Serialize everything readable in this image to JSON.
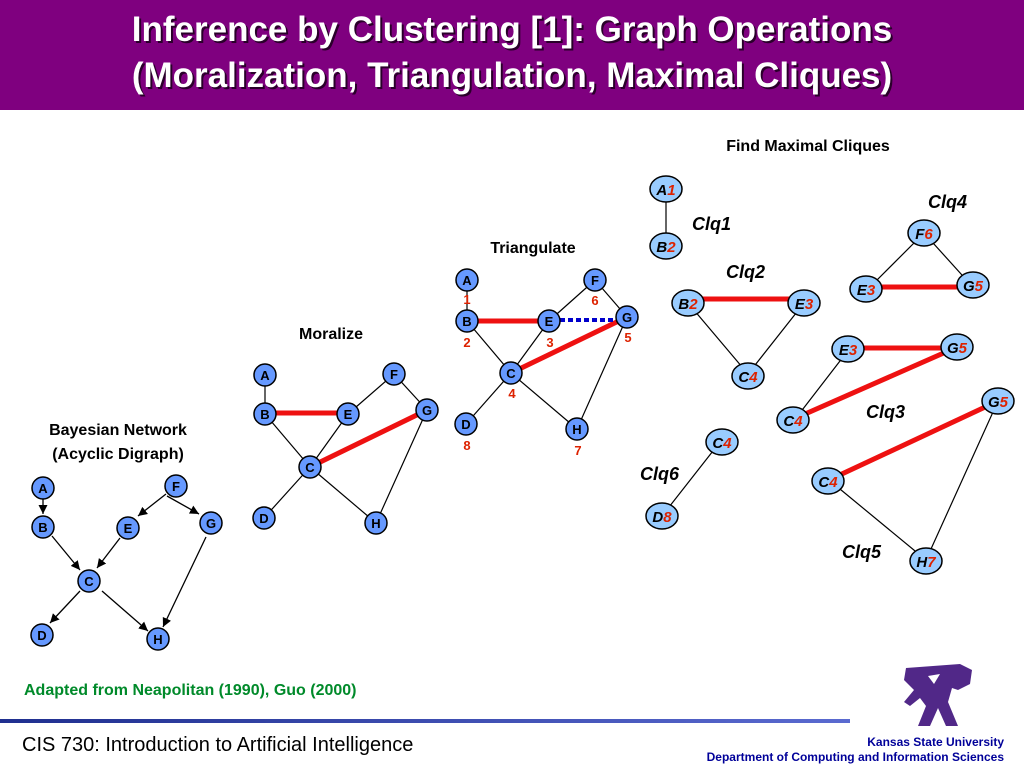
{
  "title": {
    "line1": "Inference by Clustering [1]: Graph Operations",
    "line2": "(Moralization, Triangulation, Maximal Cliques)"
  },
  "sections": {
    "bayes_line1": "Bayesian Network",
    "bayes_line2": "(Acyclic Digraph)",
    "moralize": "Moralize",
    "triangulate": "Triangulate",
    "cliques": "Find Maximal Cliques"
  },
  "nodes": {
    "A": "A",
    "B": "B",
    "C": "C",
    "D": "D",
    "E": "E",
    "F": "F",
    "G": "G",
    "H": "H"
  },
  "order": {
    "A": "1",
    "B": "2",
    "E": "3",
    "C": "4",
    "G": "5",
    "F": "6",
    "H": "7",
    "D": "8"
  },
  "cliques": {
    "clq1": "Clq1",
    "clq2": "Clq2",
    "clq3": "Clq3",
    "clq4": "Clq4",
    "clq5": "Clq5",
    "clq6": "Clq6"
  },
  "credit": "Adapted from Neapolitan (1990), Guo (2000)",
  "footer": {
    "course": "CIS 730: Introduction to Artificial Intelligence",
    "university": "Kansas State University",
    "department": "Department of Computing and Information Sciences"
  },
  "colors": {
    "title_bg": "#7f007f",
    "node_fill": "#6699ff",
    "node_fill_light": "#99ccff",
    "moral_edge": "#ee1111",
    "fill_in_edge": "#0000cc",
    "order_number": "#dd2200",
    "credit_text": "#008a2a",
    "footer_blue": "#000099"
  }
}
